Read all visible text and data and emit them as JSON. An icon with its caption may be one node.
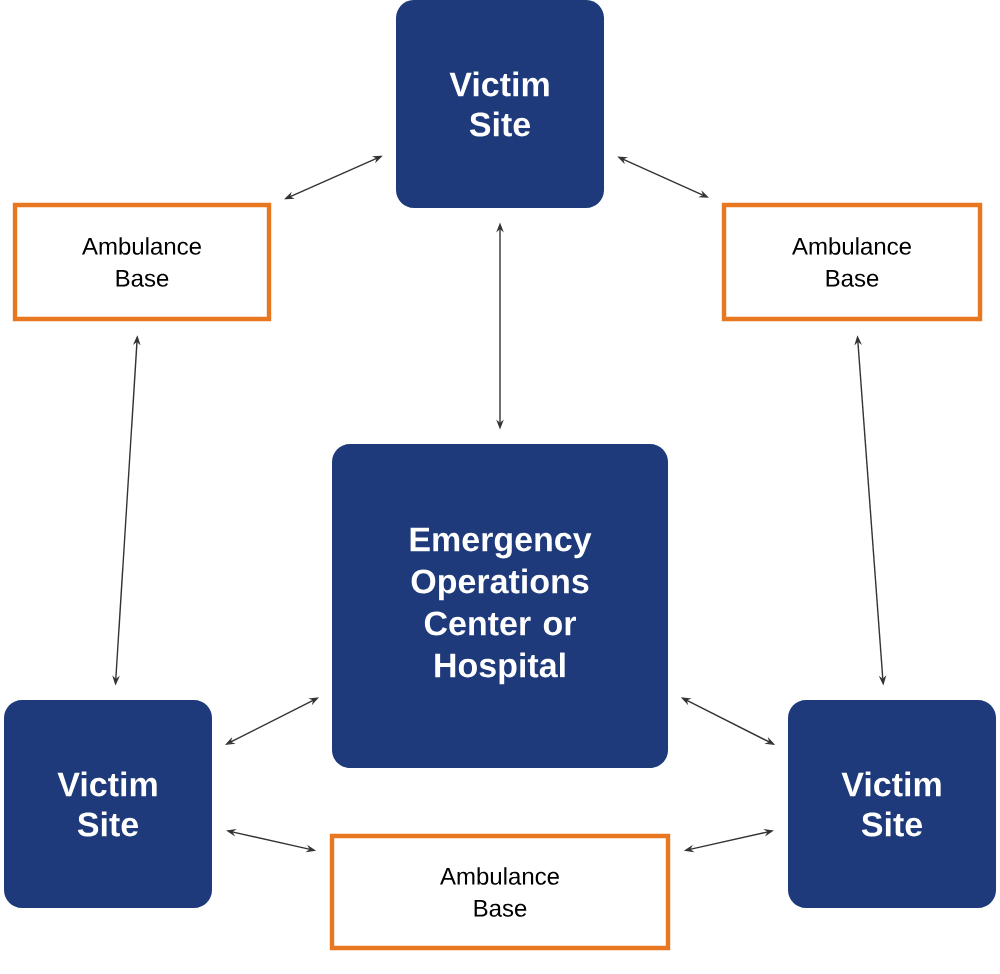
{
  "diagram": {
    "nodes": [
      {
        "text": [
          "Victim Site"
        ]
      },
      {
        "text": [
          "Ambulance Base"
        ]
      },
      {
        "text": [
          "Ambulance Base"
        ]
      },
      {
        "text": [
          "Emergency Operations Center or Hospital"
        ]
      },
      {
        "text": [
          "Victim Site"
        ]
      },
      {
        "text": [
          "Victim Site"
        ]
      },
      {
        "text": [
          "Ambulance Base"
        ]
      }
    ],
    "edges": [
      {
        "from": 0,
        "to": 1,
        "arrow": "both"
      },
      {
        "from": 0,
        "to": 2,
        "arrow": "both"
      },
      {
        "from": 0,
        "to": 3,
        "arrow": "both"
      },
      {
        "from": 1,
        "to": 4,
        "arrow": "both"
      },
      {
        "from": 2,
        "to": 5,
        "arrow": "both"
      },
      {
        "from": 3,
        "to": 4,
        "arrow": "both"
      },
      {
        "from": 3,
        "to": 5,
        "arrow": "both"
      },
      {
        "from": 4,
        "to": 6,
        "arrow": "both"
      },
      {
        "from": 5,
        "to": 6,
        "arrow": "both"
      }
    ]
  }
}
